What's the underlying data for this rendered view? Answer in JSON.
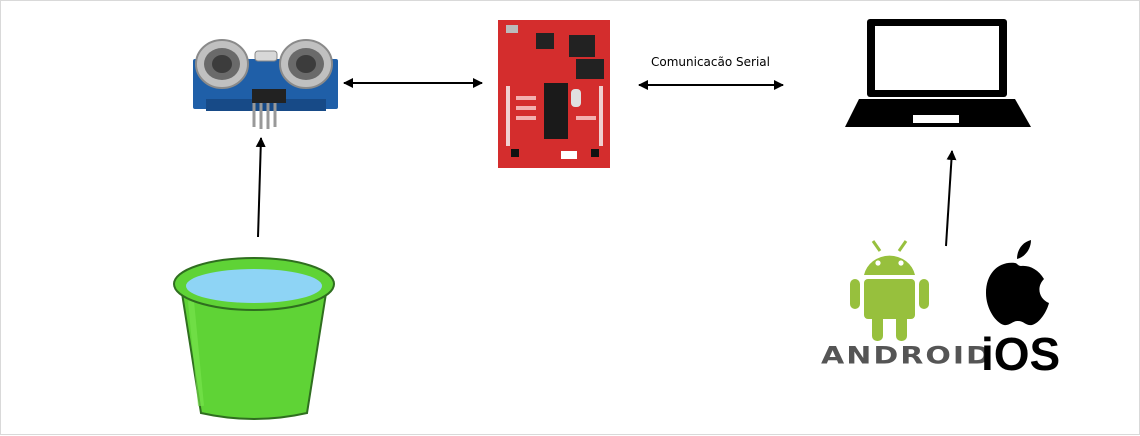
{
  "labels": {
    "serial": "Comunicacão Serial",
    "android": "ANDROID",
    "ios": "iOS"
  },
  "icons": {
    "sensor": "ultrasonic-sensor-icon",
    "board": "microcontroller-board-icon",
    "laptop": "laptop-icon",
    "bucket": "water-bucket-icon",
    "android": "android-robot-icon",
    "apple": "apple-logo-icon"
  },
  "colors": {
    "sensor_board": "#1f5fa8",
    "board_red": "#d42d2d",
    "bucket_green": "#5fd336",
    "water": "#8ed4f5",
    "android_green": "#97c03d",
    "arrow": "#000000"
  }
}
